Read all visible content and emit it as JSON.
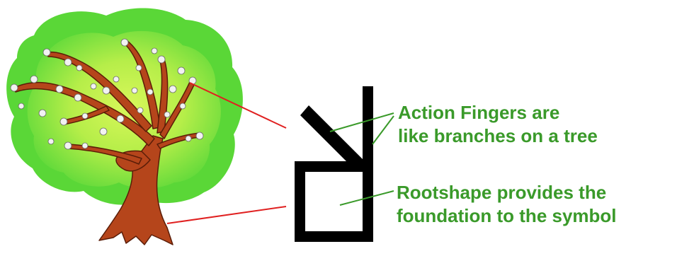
{
  "captions": {
    "branches": {
      "line1": "Action Fingers are",
      "line2": "like branches on a tree"
    },
    "root": {
      "line1": "Rootshape provides the",
      "line2": "foundation to the symbol"
    }
  },
  "colors": {
    "caption_text": "#3a9a2a",
    "pointer_line": "#e02020",
    "symbol": "#000000",
    "foliage_outer": "#58d636",
    "foliage_inner": "#c4f14e",
    "trunk": "#b5451b",
    "blossom": "#f2f2f2"
  },
  "illustration": {
    "tree": "blossoming-tree-image",
    "symbol": "action-finger-symbol"
  }
}
